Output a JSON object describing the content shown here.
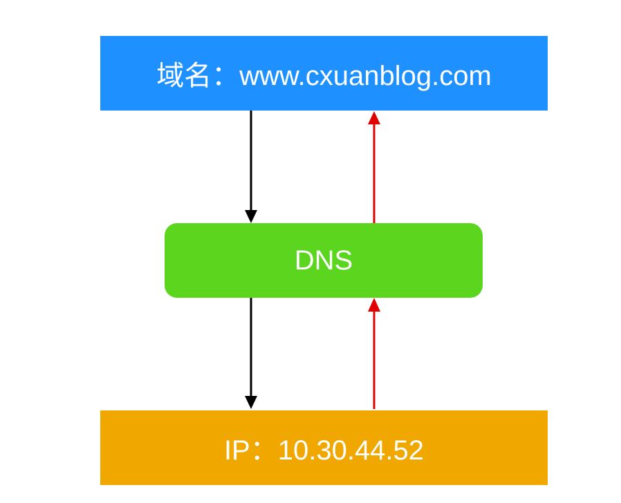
{
  "nodes": {
    "domain": {
      "label": "域名：www.cxuanblog.com",
      "color": "#1E90FF"
    },
    "dns": {
      "label": "DNS",
      "color": "#5CD51E"
    },
    "ip": {
      "label": "IP：10.30.44.52",
      "color": "#F0A800"
    }
  },
  "arrow_colors": {
    "request": "#000000",
    "response": "#E00000"
  }
}
